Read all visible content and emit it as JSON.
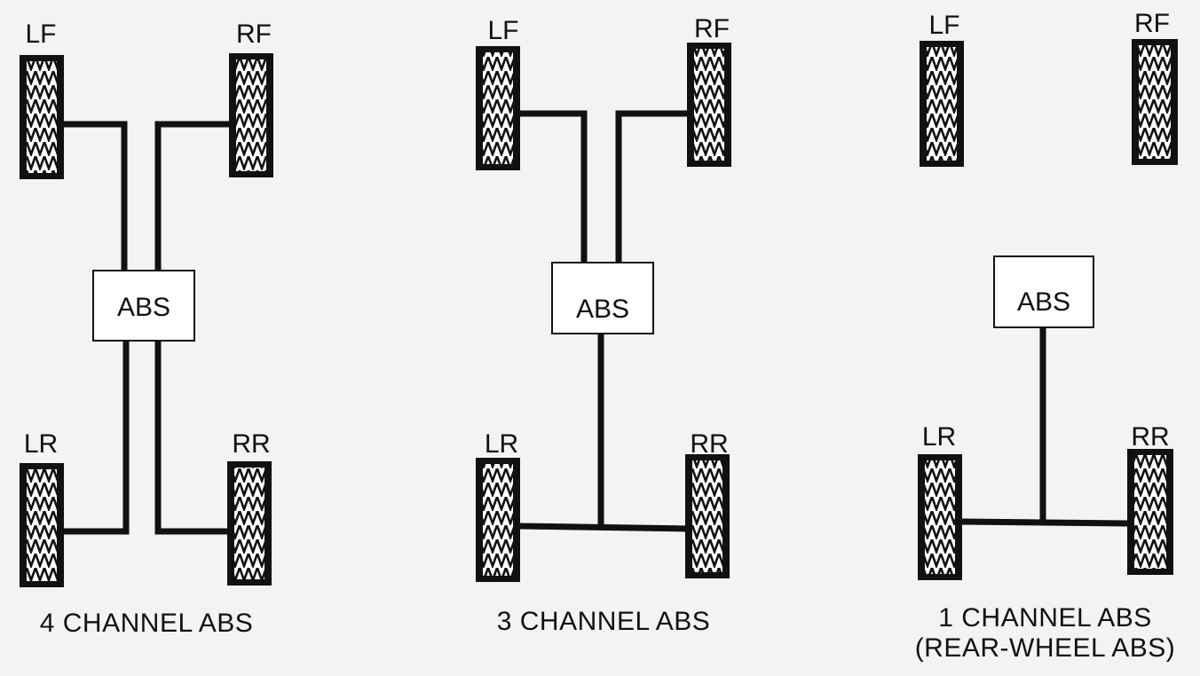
{
  "colors": {
    "ink": "#111111",
    "paper": "#f3f3f1",
    "tread": "#ffffff"
  },
  "diagrams": [
    {
      "caption": [
        "4 CHANNEL ABS"
      ],
      "module_label": "ABS",
      "wheels": {
        "lf": "LF",
        "rf": "RF",
        "lr": "LR",
        "rr": "RR"
      }
    },
    {
      "caption": [
        "3 CHANNEL ABS"
      ],
      "module_label": "ABS",
      "wheels": {
        "lf": "LF",
        "rf": "RF",
        "lr": "LR",
        "rr": "RR"
      }
    },
    {
      "caption": [
        "1 CHANNEL ABS",
        "(REAR-WHEEL ABS)"
      ],
      "module_label": "ABS",
      "wheels": {
        "lf": "LF",
        "rf": "RF",
        "lr": "LR",
        "rr": "RR"
      }
    }
  ]
}
